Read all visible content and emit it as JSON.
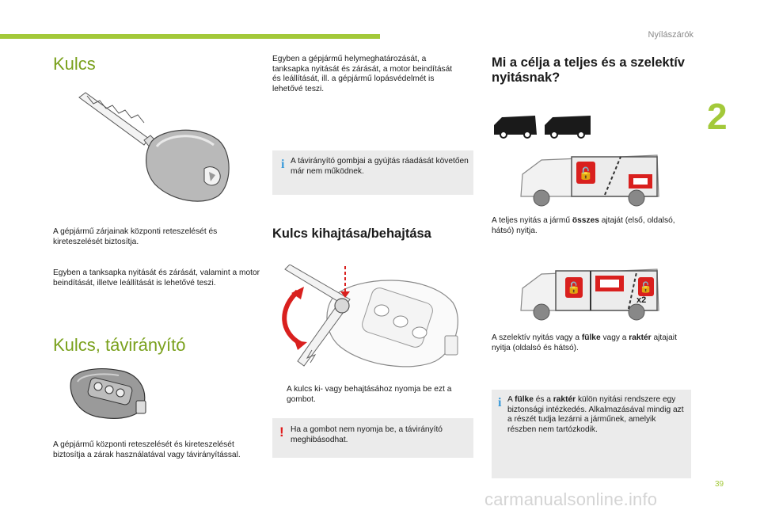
{
  "header": {
    "section": "Nyílászárók",
    "chapter": "2",
    "page": "39",
    "watermark": "carmanualsonline.info"
  },
  "col1": {
    "title_key": "Kulcs",
    "p1": "A gépjármű zárjainak központi reteszelését és kireteszelését biztosítja.",
    "p2": "Egyben a tanksapka nyitását és zárását, valamint a motor beindítását, illetve leállítását is lehetővé teszi.",
    "title_remote": "Kulcs, távirányító",
    "p3": "A gépjármű központi reteszelését és kireteszelését biztosítja a zárak használatával vagy távirányítással."
  },
  "col2": {
    "p_top": "Egyben a gépjármű helymeghatározását, a tanksapka nyitását és zárását, a motor beindítását és leállítását, ill. a gépjármű lopásvédelmét is lehetővé teszi.",
    "info1": "A távirányító gombjai a gyújtás ráadását követően már nem működnek.",
    "title_fold": "Kulcs kihajtása/behajtása",
    "step": "A kulcs ki- vagy behajtásához nyomja be ezt a gombot.",
    "step_marker": "",
    "warn": "Ha a gombot nem nyomja be, a távirányító meghibásodhat."
  },
  "col3": {
    "title": "Mi a célja a teljes és a szelektív nyitásnak?",
    "p_full_a": "A teljes nyitás a jármű ",
    "p_full_b": "összes",
    "p_full_c": " ajtaját (első, oldalsó, hátsó) nyitja.",
    "x2": "x2",
    "p_sel_a": "A szelektív nyitás vagy a ",
    "p_sel_b": "fülke",
    "p_sel_c": " vagy a ",
    "p_sel_d": "raktér",
    "p_sel_e": " ajtajait nyitja (oldalsó és hátsó).",
    "info_a": "A ",
    "info_b": "fülke",
    "info_c": " és a ",
    "info_d": "raktér",
    "info_e": " külön nyitási rendszere egy biztonsági intézkedés. Alkalmazásával mindig azt a részét tudja lezárni a járműnek, amelyik részben nem tartózkodik."
  },
  "colors": {
    "accent": "#a3c93a",
    "heading_light": "#7aa11d",
    "info_icon": "#3a9ad9",
    "warn_icon": "#e01a1a",
    "lock_red": "#d9201e",
    "note_bg": "#ebebeb"
  },
  "icons": [
    "info-icon",
    "warning-icon",
    "lock-open-icon",
    "van-icon",
    "key-icon",
    "remote-key-icon"
  ]
}
